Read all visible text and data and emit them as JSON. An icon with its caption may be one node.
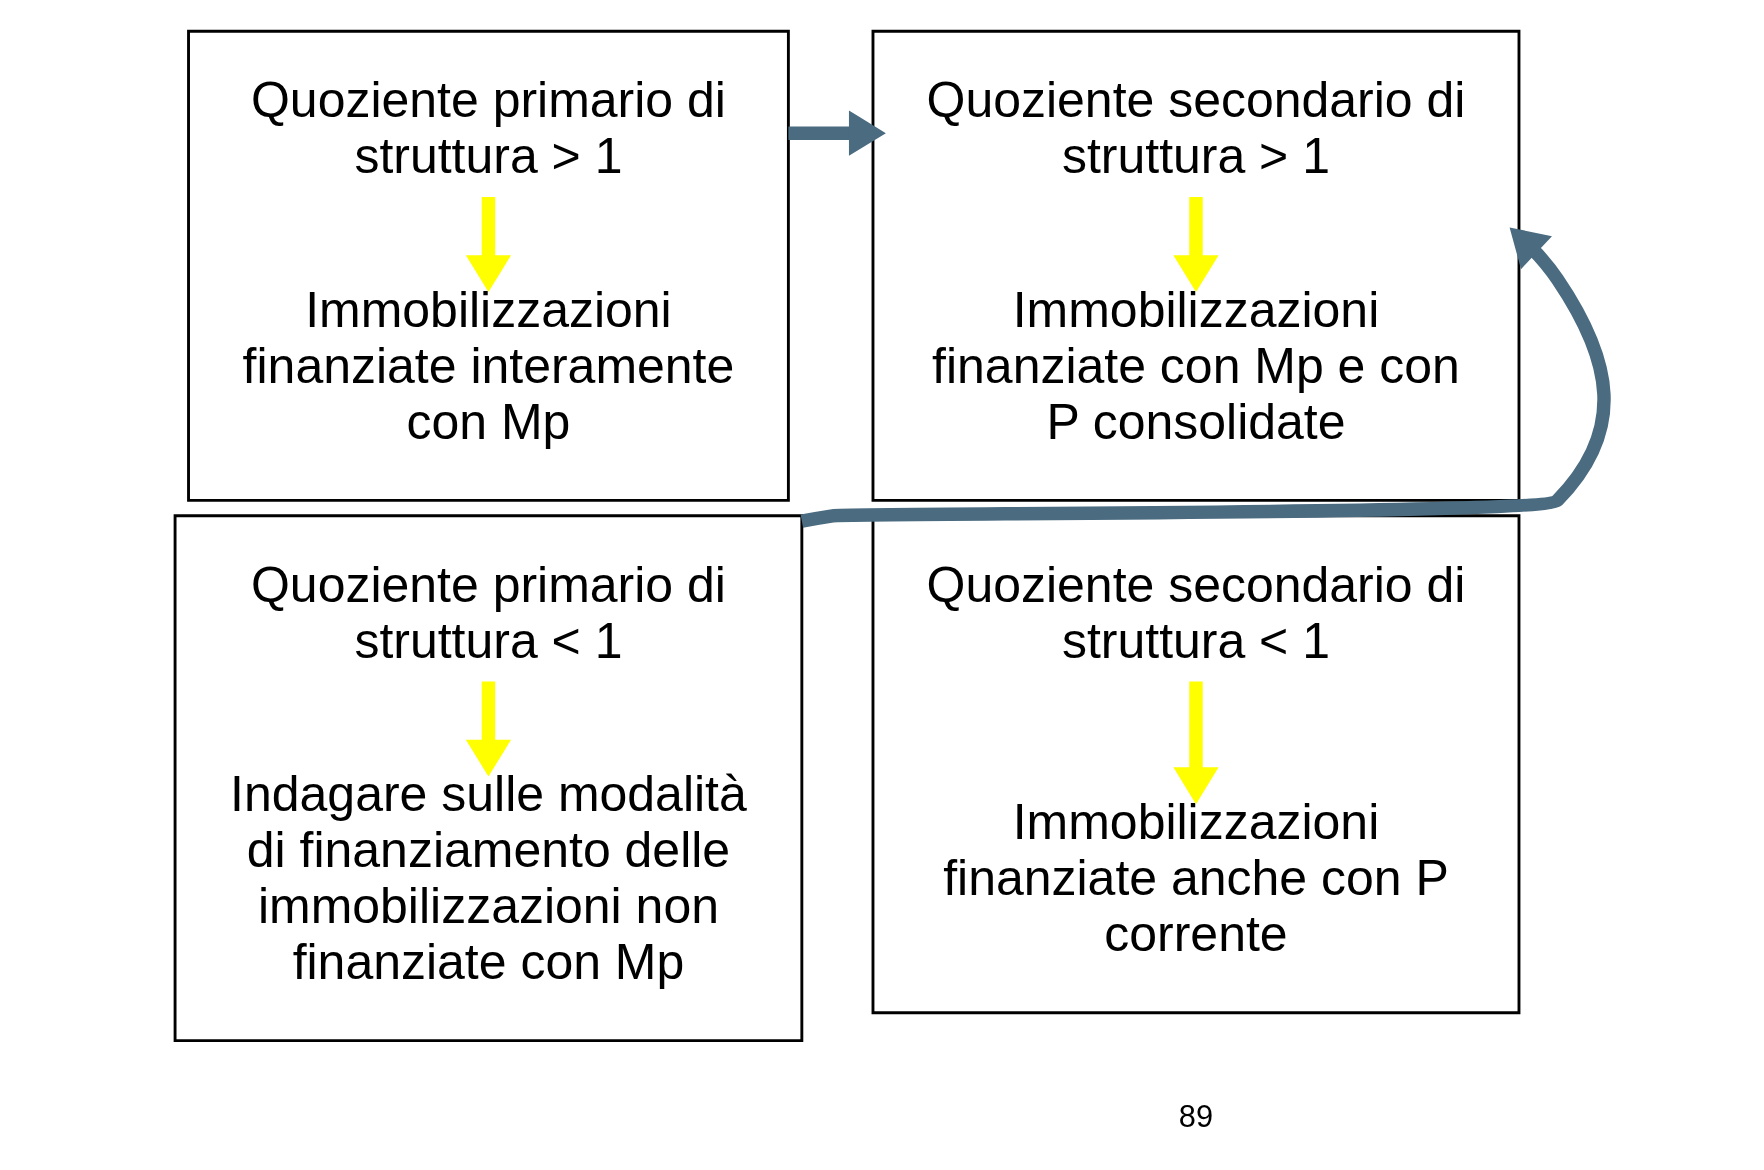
{
  "diagram": {
    "nodes": [
      {
        "text": [],
        "shape": "box"
      },
      {
        "text": [
          "Quoziente primario di struttura > 1"
        ],
        "in": 0
      },
      {
        "text": [
          "Immobilizzazioni finanziate interamente con Mp"
        ],
        "in": 0
      },
      {
        "text": [],
        "shape": "box"
      },
      {
        "text": [
          "Quoziente secondario di struttura > 1"
        ],
        "in": 3
      },
      {
        "text": [
          "Immobilizzazioni finanziate con Mp e con P consolidate"
        ],
        "in": 3
      },
      {
        "text": [],
        "shape": "box"
      },
      {
        "text": [
          "Quoziente primario di struttura < 1"
        ],
        "in": 6
      },
      {
        "text": [
          "Indagare sulle modalità di finanziamento delle immobilizzazioni non finanziate con Mp"
        ],
        "in": 6
      },
      {
        "text": [],
        "shape": "box"
      },
      {
        "text": [
          "Quoziente secondario di struttura < 1"
        ],
        "in": 9
      },
      {
        "text": [
          "Immobilizzazioni finanziate anche con P corrente"
        ],
        "in": 9
      }
    ],
    "edges": [
      {
        "from": 1,
        "to": 2,
        "arrow": "to"
      },
      {
        "from": 4,
        "to": 5,
        "arrow": "to"
      },
      {
        "from": 7,
        "to": 8,
        "arrow": "to"
      },
      {
        "from": 10,
        "to": 11,
        "arrow": "to"
      },
      {
        "from": 0,
        "to": 3,
        "arrow": "to",
        "color": "#4a6b80"
      },
      {
        "from": 6,
        "to": 3,
        "arrow": "to",
        "color": "#4a6b80"
      }
    ],
    "labels": [
      "89"
    ]
  }
}
